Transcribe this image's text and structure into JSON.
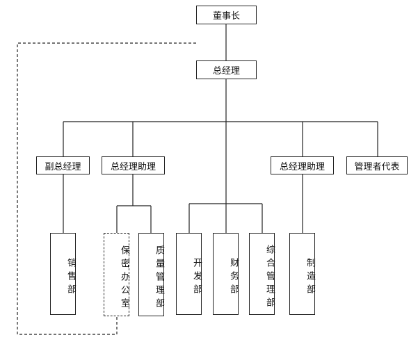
{
  "org": {
    "chairman": "董事长",
    "gm": "总经理",
    "vice_gm": "副总经理",
    "gm_assistant_left": "总经理助理",
    "gm_assistant_right": "总经理助理",
    "mgmt_rep": "管理者代表",
    "sales": "销售部",
    "security_office": "保密办公室",
    "quality": "质量管理部",
    "development": "开发部",
    "finance": "财务部",
    "general_mgmt": "综合管理部",
    "manufacturing": "制造部"
  }
}
